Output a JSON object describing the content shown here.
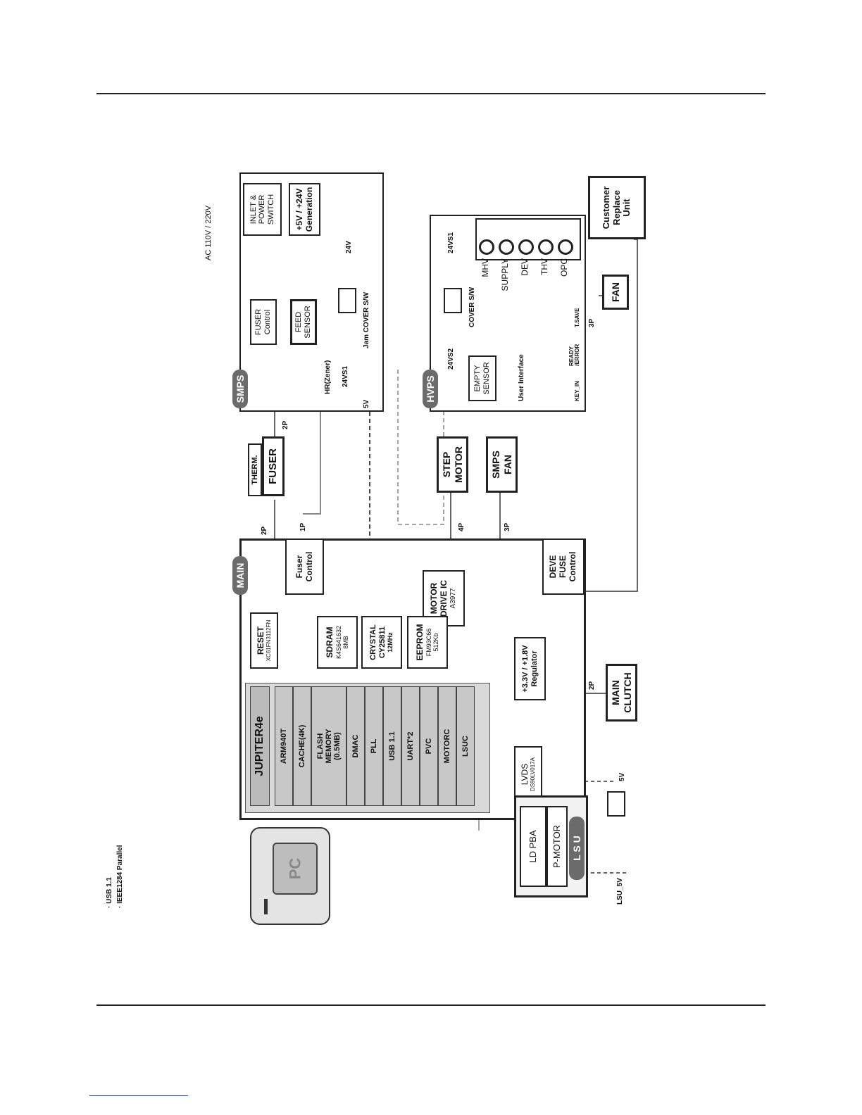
{
  "ac_input": "AC 110V / 220V",
  "smps": {
    "tag": "SMPS",
    "inlet": "INLET &\nPOWER\nSWITCH",
    "generation": "+5V / +24V\nGeneration",
    "fuser_control": "FUSER\nControl",
    "feed_sensor": "FEED\nSENSOR",
    "hr_zener": "HR(Zener)",
    "v24vs1": "24VS1",
    "v5": "5V",
    "v24": "24V",
    "jam_cover": "Jam COVER S/W"
  },
  "fuser": {
    "therm": "THERM.",
    "fuser": "FUSER",
    "p2": "2P",
    "p2b": "2P",
    "p1": "1P"
  },
  "step_motor": {
    "label": "STEP\nMOTOR",
    "pins": "4P"
  },
  "smps_fan": {
    "label": "SMPS\nFAN",
    "pins": "3P"
  },
  "hvps": {
    "tag": "HVPS",
    "v24vs1": "24VS1",
    "v24vs2": "24VS2",
    "cover_sw": "COVER S/W",
    "empty_sensor": "EMPTY\nSENSOR",
    "user_interface": "User Interface",
    "key_in": "KEY_IN",
    "ready_error": "READY\n/ERROR",
    "t_save": "T.SAVE",
    "outputs": [
      "MHV",
      "SUPPLY",
      "DEV",
      "THV",
      "OPC"
    ]
  },
  "fan": {
    "label": "FAN",
    "pins": "3P"
  },
  "cru": "Customer\nReplace\nUnit",
  "main": {
    "tag": "MAIN",
    "fuser_control": "Fuser\nControl",
    "motor_drive": "MOTOR\nDRIVE IC",
    "motor_drive_part": "A3977",
    "deve_fuse": "DEVE\nFUSE\nControl",
    "reset": "RESET",
    "reset_part": "XC61FN3112FN",
    "sdram": "SDRAM",
    "sdram_part": "K4S641632\n8MB",
    "crystal": "CRYSTAL\nCY25811",
    "crystal_freq": "12MHz",
    "eeprom": "EEPROM",
    "eeprom_part": "FM93C66\n512Kb",
    "regulator": "+3.3V / +1.8V\nRegulator",
    "soc": "JUPITER4e",
    "soc_blocks": [
      "ARM940T",
      "CACHE(4K)",
      "FLASH\nMEMORY\n(0.5MB)",
      "DMAC",
      "PLL",
      "USB 1.1",
      "UART*2",
      "PVC",
      "MOTORC",
      "LSUC"
    ],
    "lvds": "LVDS",
    "lvds_part": "DS90LV017A"
  },
  "main_clutch": {
    "label": "MAIN\nCLUTCH",
    "pins": "2P"
  },
  "v5_out": "5V",
  "lsu": {
    "ld_pba": "LD PBA",
    "p_motor": "P-MOTOR",
    "tag": "L S U",
    "lsu_5v": "LSU_5V"
  },
  "pc": {
    "label": "PC",
    "if1": "· USB 1.1",
    "if2": "· IEEE1284 Parallel"
  }
}
